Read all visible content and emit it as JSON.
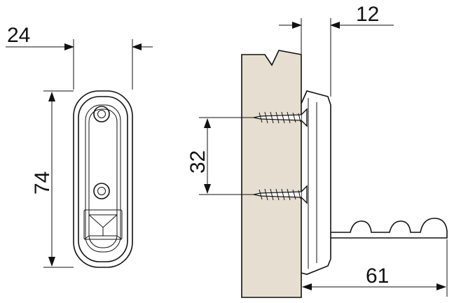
{
  "title": "",
  "dimensions": {
    "width": "24",
    "height": "74",
    "screw_spacing": "32",
    "depth": "12",
    "length": "61"
  },
  "colors": {
    "line": "#111111",
    "wood": "#e6dfd1",
    "background": "#ffffff"
  }
}
